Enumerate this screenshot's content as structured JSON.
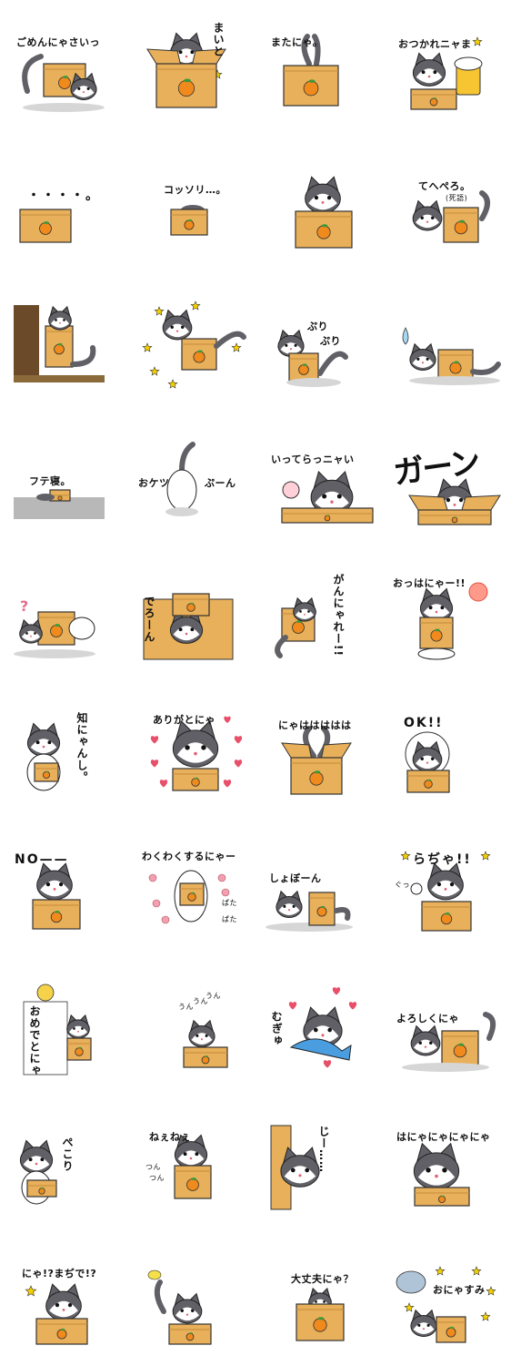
{
  "stickers": [
    {
      "caption": "ごめんにゃさいっ"
    },
    {
      "caption": "まいと"
    },
    {
      "caption": "またにゃ。"
    },
    {
      "caption": "おつかれニャま"
    },
    {
      "caption": "・・・・。"
    },
    {
      "caption": "コッソリ…。"
    },
    {
      "caption": ""
    },
    {
      "caption": "てへぺろ。",
      "note": "(死語)"
    },
    {
      "caption": ""
    },
    {
      "caption": ""
    },
    {
      "caption": "ぷり",
      "caption2": "ぷり"
    },
    {
      "caption": ""
    },
    {
      "caption": "フテ寝。"
    },
    {
      "caption": "おケツ",
      "caption2": "ぷーん"
    },
    {
      "caption": "いってらっニャい"
    },
    {
      "caption": "ガーン"
    },
    {
      "caption": ""
    },
    {
      "caption": "でろーん"
    },
    {
      "caption": "がんにゃれー!!"
    },
    {
      "caption": "おっはにゃー!!"
    },
    {
      "caption": "知にゃんし。"
    },
    {
      "caption": "ありがとにゃ"
    },
    {
      "caption": "にゃははははは"
    },
    {
      "caption": "OK!!"
    },
    {
      "caption": "NO——"
    },
    {
      "caption": "わくわくするにゃー",
      "caption2": "ぱた",
      "caption3": "ぱた"
    },
    {
      "caption": "しょぼーん"
    },
    {
      "caption": "らぢゃ!!",
      "caption2": "ぐっ"
    },
    {
      "caption": "おめでとにゃ"
    },
    {
      "caption": "うん",
      "caption2": "うん",
      "caption3": "うん"
    },
    {
      "caption": "むぎゅ"
    },
    {
      "caption": "よろしくにゃ"
    },
    {
      "caption": "ぺこり"
    },
    {
      "caption": "ねぇねぇ",
      "caption2": "つん",
      "caption3": "つん"
    },
    {
      "caption": "じー……"
    },
    {
      "caption": "はにゃにゃにゃにゃ"
    },
    {
      "caption": "にゃ!?まぢで!?"
    },
    {
      "caption": ""
    },
    {
      "caption": "大丈夫にゃ？"
    },
    {
      "caption": "おにゃすみ"
    }
  ],
  "colors": {
    "box": "#e8b05a",
    "box_dark": "#c48a3c",
    "orange": "#f08a1c",
    "leaf": "#3a9a3a",
    "cat_gray": "#606066",
    "star": "#f5d000",
    "heart": "#e8506a"
  }
}
